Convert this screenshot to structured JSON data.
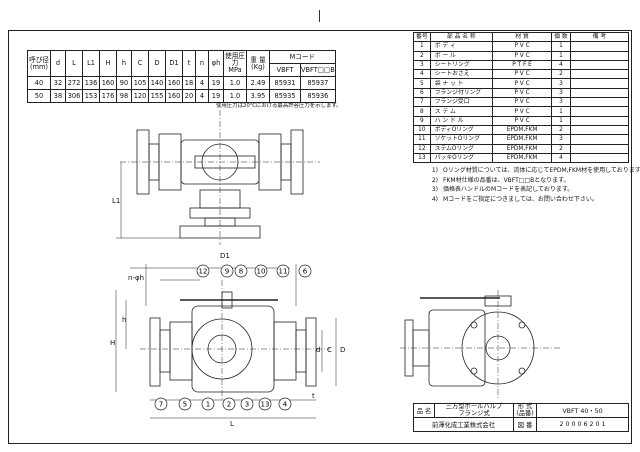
{
  "dim_table": {
    "headers": [
      "呼び径\n(mm)",
      "d",
      "L",
      "L1",
      "H",
      "h",
      "C",
      "D",
      "D1",
      "t",
      "n",
      "φh",
      "使用圧力\nMPa",
      "重 量\n(Kg)",
      "Mコード"
    ],
    "mcode_sub": [
      "VBFT",
      "VBFT□□B"
    ],
    "rows": [
      [
        "40",
        "32",
        "272",
        "136",
        "160",
        "90",
        "105",
        "140",
        "160",
        "18",
        "4",
        "19",
        "1.0",
        "2.49",
        "85931",
        "85937"
      ],
      [
        "50",
        "38",
        "306",
        "153",
        "176",
        "98",
        "120",
        "155",
        "160",
        "20",
        "4",
        "19",
        "1.0",
        "3.95",
        "85935",
        "85936"
      ]
    ],
    "note": "使用圧力は20℃における最高許容圧力を示します。"
  },
  "parts_table": {
    "headers": [
      "番号",
      "部 品 名 称",
      "材 質",
      "個 数",
      "備 考"
    ],
    "rows": [
      [
        "1",
        "ボ デ ィ",
        "P V C",
        "1",
        ""
      ],
      [
        "2",
        "ボ ー ル",
        "P V C",
        "1",
        ""
      ],
      [
        "3",
        "シートリング",
        "P T F E",
        "4",
        ""
      ],
      [
        "4",
        "シートおさえ",
        "P V C",
        "2",
        ""
      ],
      [
        "5",
        "袋 ナ ッ ト",
        "P V C",
        "3",
        ""
      ],
      [
        "6",
        "フランジ付リング",
        "P V C",
        "3",
        ""
      ],
      [
        "7",
        "フランジ受口",
        "P V C",
        "3",
        ""
      ],
      [
        "8",
        "ス テ ム",
        "P V C",
        "1",
        ""
      ],
      [
        "9",
        "ハ ン ド ル",
        "P V C",
        "1",
        ""
      ],
      [
        "10",
        "ボディOリング",
        "EPDM,FKM",
        "2",
        ""
      ],
      [
        "11",
        "ソケットOリング",
        "EPDM,FKM",
        "3",
        ""
      ],
      [
        "12",
        "ステムOリング",
        "EPDM,FKM",
        "2",
        ""
      ],
      [
        "13",
        "パッキOリング",
        "EPDM,FKM",
        "4",
        ""
      ]
    ]
  },
  "notes": [
    {
      "num": "1)",
      "text": "Oリング材質については、流体に応じてEPDM,FKM材を使用しております。"
    },
    {
      "num": "2)",
      "text": "FKM材仕様の品番は、VBFT□□Bとなります。"
    },
    {
      "num": "3)",
      "text": "価格表ハンドルのMコードを表記しております。"
    },
    {
      "num": "4)",
      "text": "Mコードをご指定につきましては、お問い合わせ下さい。"
    }
  ],
  "drawing_labels": {
    "L1": "L1",
    "L": "L",
    "D1": "D1",
    "n_phi_h": "n-φh",
    "h": "h",
    "H": "H",
    "C": "C",
    "D": "D",
    "d": "d",
    "t": "t",
    "balloons_top": [
      "12",
      "9",
      "8",
      "10",
      "11",
      "6"
    ],
    "balloons_bottom": [
      "7",
      "5",
      "1",
      "2",
      "3",
      "13",
      "4"
    ]
  },
  "title_block": {
    "name_label": "品 名",
    "name": "三方型ボールバルブ\nフランジ式",
    "model_label": "形 式\n(品番)",
    "model": "VBFT 40・50",
    "company": "前澤化成工業株式会社",
    "drawing_label": "図 番",
    "drawing_no": "2 0 0 0 6 2 0 1"
  }
}
